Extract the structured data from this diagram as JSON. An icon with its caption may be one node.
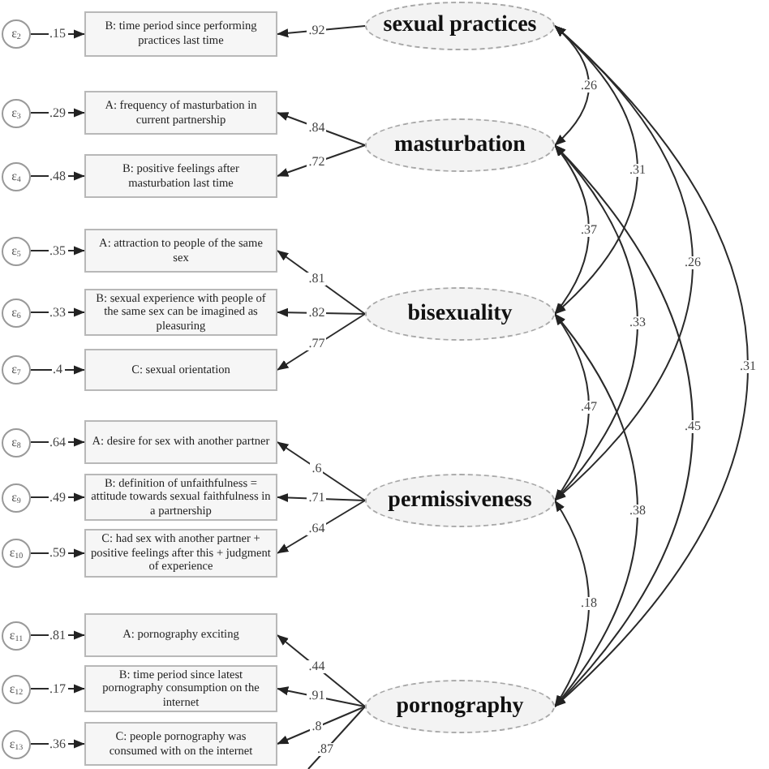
{
  "diagram": {
    "nodes": [
      {
        "text": [
          "ε$_{2}$"
        ]
      },
      {
        "text": [
          "B: time period since performing practices last time"
        ]
      },
      {
        "text": [
          "sexual practices"
        ]
      },
      {
        "text": [
          "ε$_{3}$"
        ]
      },
      {
        "text": [
          "A: frequency of masturbation in current partnership"
        ]
      },
      {
        "text": [
          "masturbation"
        ]
      },
      {
        "text": [
          "ε$_{4}$"
        ]
      },
      {
        "text": [
          "B: positive feelings after masturbation last time"
        ]
      },
      {
        "text": [
          "ε$_{5}$"
        ]
      },
      {
        "text": [
          "A: attraction to people of the same sex"
        ]
      },
      {
        "text": [
          "ε$_{6}$"
        ]
      },
      {
        "text": [
          "B: sexual experience with people of the same sex can be imagined as pleasuring"
        ]
      },
      {
        "text": [
          "bisexuality"
        ]
      },
      {
        "text": [
          "ε$_{7}$"
        ]
      },
      {
        "text": [
          "C: sexual orientation"
        ]
      },
      {
        "text": [
          "ε$_{8}$"
        ]
      },
      {
        "text": [
          "A: desire for sex with another partner"
        ]
      },
      {
        "text": [
          "ε$_{9}$"
        ]
      },
      {
        "text": [
          "B: definition of unfaithfulness = attitude towards sexual faithfulness in a partnership"
        ]
      },
      {
        "text": [
          "permissiveness"
        ]
      },
      {
        "text": [
          "ε$_{10}$"
        ]
      },
      {
        "text": [
          "C: had sex with another partner + positive feelings after this + judgment of experience"
        ]
      },
      {
        "text": [
          "ε$_{11}$"
        ]
      },
      {
        "text": [
          "A: pornography exciting"
        ]
      },
      {
        "text": [
          "ε$_{12}$"
        ]
      },
      {
        "text": [
          "B: time period since latest pornography consumption on the internet"
        ]
      },
      {
        "text": [
          "pornography"
        ]
      },
      {
        "text": [
          "ε$_{13}$"
        ]
      },
      {
        "text": [
          "C: people pornography was consumed with on the internet"
        ]
      }
    ],
    "edges": [
      {
        "from": 0,
        "to": 1,
        "arrow": "to",
        "label": ".15"
      },
      {
        "from": 2,
        "to": 1,
        "arrow": "to",
        "label": ".92"
      },
      {
        "from": 3,
        "to": 4,
        "arrow": "to",
        "label": ".29"
      },
      {
        "from": 5,
        "to": 4,
        "arrow": "to",
        "label": ".84"
      },
      {
        "from": 6,
        "to": 7,
        "arrow": "to",
        "label": ".48"
      },
      {
        "from": 5,
        "to": 7,
        "arrow": "to",
        "label": ".72"
      },
      {
        "from": 8,
        "to": 9,
        "arrow": "to",
        "label": ".35"
      },
      {
        "from": 12,
        "to": 9,
        "arrow": "to",
        "label": ".81"
      },
      {
        "from": 10,
        "to": 11,
        "arrow": "to",
        "label": ".33"
      },
      {
        "from": 12,
        "to": 11,
        "arrow": "to",
        "label": ".82"
      },
      {
        "from": 13,
        "to": 14,
        "arrow": "to",
        "label": ".4"
      },
      {
        "from": 12,
        "to": 14,
        "arrow": "to",
        "label": ".77"
      },
      {
        "from": 15,
        "to": 16,
        "arrow": "to",
        "label": ".64"
      },
      {
        "from": 19,
        "to": 16,
        "arrow": "to",
        "label": ".6"
      },
      {
        "from": 17,
        "to": 18,
        "arrow": "to",
        "label": ".49"
      },
      {
        "from": 19,
        "to": 18,
        "arrow": "to",
        "label": ".71"
      },
      {
        "from": 20,
        "to": 21,
        "arrow": "to",
        "label": ".59"
      },
      {
        "from": 19,
        "to": 21,
        "arrow": "to",
        "label": ".64"
      },
      {
        "from": 22,
        "to": 23,
        "arrow": "to",
        "label": ".81"
      },
      {
        "from": 26,
        "to": 23,
        "arrow": "to",
        "label": ".44"
      },
      {
        "from": 24,
        "to": 25,
        "arrow": "to",
        "label": ".17"
      },
      {
        "from": 26,
        "to": 25,
        "arrow": "to",
        "label": ".91"
      },
      {
        "from": 27,
        "to": 28,
        "arrow": "to",
        "label": ".36"
      },
      {
        "from": 26,
        "to": 28,
        "arrow": "to",
        "label": ".8"
      },
      {
        "from": 26,
        "to": null,
        "arrow": "none",
        "label": ".87"
      },
      {
        "from": 2,
        "to": 5,
        "arrow": "both",
        "label": ".26"
      },
      {
        "from": 2,
        "to": 12,
        "arrow": "both",
        "label": ".31"
      },
      {
        "from": 2,
        "to": 19,
        "arrow": "both",
        "label": ".26"
      },
      {
        "from": 2,
        "to": 26,
        "arrow": "both",
        "label": ".31"
      },
      {
        "from": 5,
        "to": 12,
        "arrow": "both",
        "label": ".37"
      },
      {
        "from": 5,
        "to": 19,
        "arrow": "both",
        "label": ".33"
      },
      {
        "from": 5,
        "to": 26,
        "arrow": "both",
        "label": ".45"
      },
      {
        "from": 12,
        "to": 19,
        "arrow": "both",
        "label": ".47"
      },
      {
        "from": 12,
        "to": 26,
        "arrow": "both",
        "label": ".38"
      },
      {
        "from": 19,
        "to": 26,
        "arrow": "both",
        "label": ".18"
      }
    ]
  }
}
